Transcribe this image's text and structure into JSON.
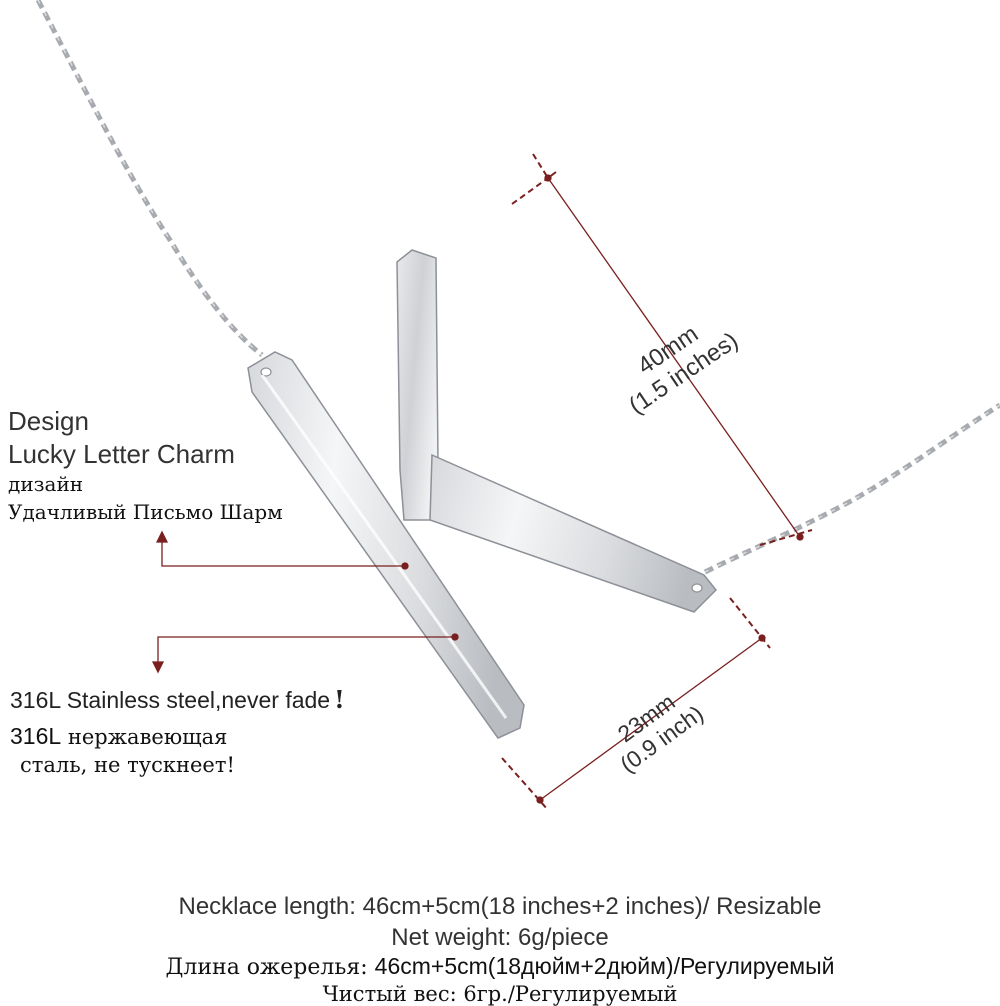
{
  "image": {
    "subject": "letter-k-pendant-necklace",
    "palette": {
      "background": "#ffffff",
      "metal_light": "#f2f3f5",
      "metal_mid": "#c9ccd1",
      "metal_dark": "#8d9097",
      "chain": "#9a9da3",
      "dimension_line": "#7a1f1f",
      "text": "#333333"
    }
  },
  "labels": {
    "design_en": "Design",
    "charm_en": "Lucky Letter Charm",
    "design_ru": "дизайн",
    "charm_ru": "Удачливый Письмо Шарм",
    "steel_en": "316L Stainless steel,never fade",
    "steel_bang": "!",
    "steel_ru_num": "316L",
    "steel_ru_rest": "нержавеющая",
    "steel_ru_2": "сталь, не тускнеет!"
  },
  "dimensions": {
    "height_mm": "40mm",
    "height_in": "(1.5 inches)",
    "width_mm": "23mm",
    "width_in": "(0.9 inch)"
  },
  "footer": {
    "length_en": "Necklace length: 46cm+5cm(18 inches+2 inches)/ Resizable",
    "weight_en": "Net weight: 6g/piece",
    "length_ru_label": "Длина ожерелья:",
    "length_ru_value": "46cm+5cm(18дюйм+2дюйм)/Регулируемый",
    "weight_ru": "Чистый вес: 6гр./Регулируемый"
  }
}
